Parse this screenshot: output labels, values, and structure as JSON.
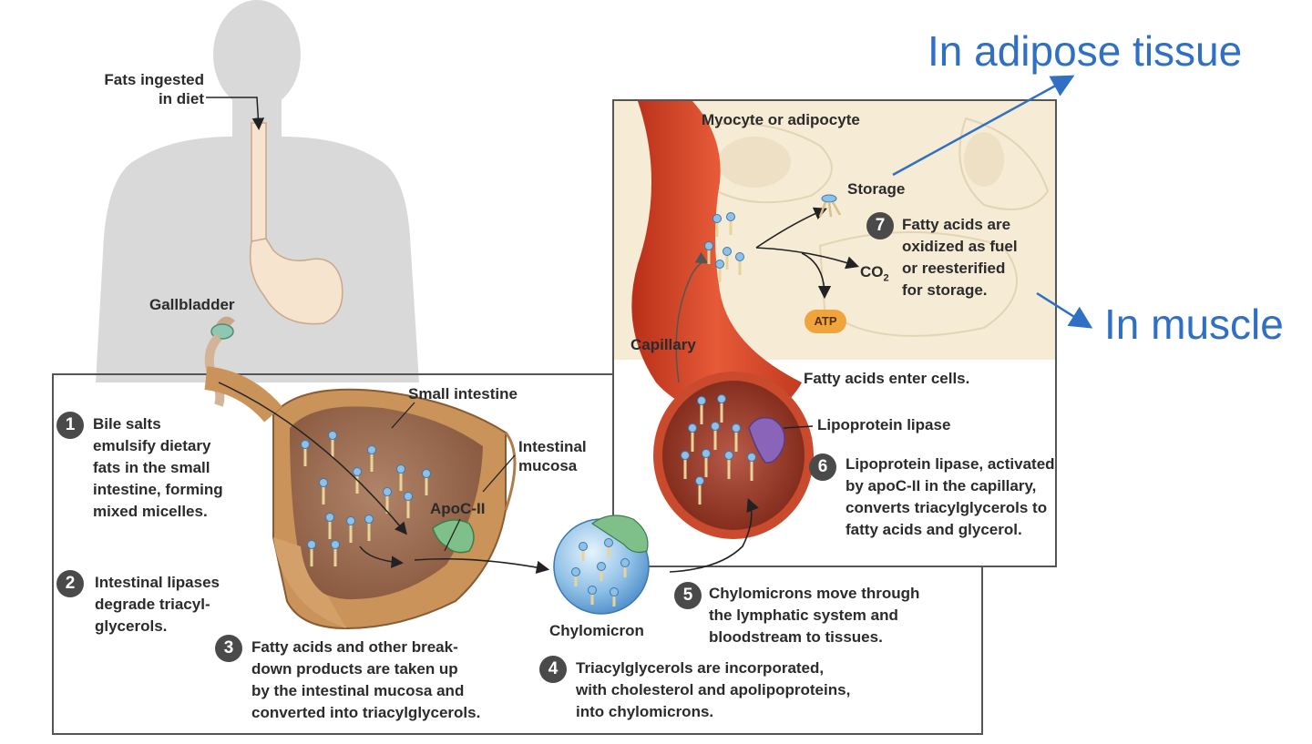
{
  "labels": {
    "fats_ingested": "Fats ingested\nin diet",
    "gallbladder": "Gallbladder",
    "small_intestine": "Small intestine",
    "intestinal_mucosa": "Intestinal\nmucosa",
    "apoc2": "ApoC-II",
    "chylomicron": "Chylomicron",
    "capillary": "Capillary",
    "myocyte_or_adipocyte": "Myocyte or adipocyte",
    "storage": "Storage",
    "co2": "CO",
    "co2_sub": "2",
    "atp": "ATP",
    "fatty_acids_enter": "Fatty acids enter cells.",
    "lipoprotein_lipase": "Lipoprotein lipase"
  },
  "steps": [
    {
      "num": "1",
      "text": "Bile salts\nemulsify dietary\nfats in the small\nintestine, forming\nmixed micelles."
    },
    {
      "num": "2",
      "text": "Intestinal lipases\ndegrade triacyl-\nglycerols."
    },
    {
      "num": "3",
      "text": "Fatty acids and other break-\ndown products are taken up\nby the intestinal mucosa and\nconverted into triacylglycerols."
    },
    {
      "num": "4",
      "text": "Triacylglycerols are incorporated,\nwith cholesterol and apolipoproteins,\ninto chylomicrons."
    },
    {
      "num": "5",
      "text": "Chylomicrons move through\nthe lymphatic system and\nbloodstream to tissues."
    },
    {
      "num": "6",
      "text": "Lipoprotein lipase, activated\nby apoC-II in the capillary,\nconverts triacylglycerols to\nfatty acids and glycerol."
    },
    {
      "num": "7",
      "text": "Fatty acids are\noxidized as fuel\nor reesterified\nfor storage."
    }
  ],
  "annotations": {
    "adipose": "In adipose tissue",
    "muscle": "In muscle"
  },
  "colors": {
    "body": "#d7d7d7",
    "stomach": "#f7e4cf",
    "intestine": "#c9935a",
    "capillary": "#d84326",
    "cell_bg": "#f6ecd6",
    "chylomicron": "#8fc0e6",
    "apoc2": "#7fc08a",
    "lipase": "#8a64b8",
    "annotation_blue": "#2f6fc4"
  }
}
